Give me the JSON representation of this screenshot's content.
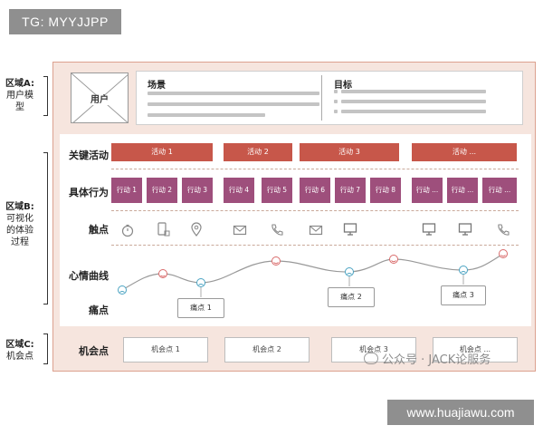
{
  "badges": {
    "tg": "TG: MYYJJPP",
    "site": "www.huajiawu.com"
  },
  "zones": {
    "a": {
      "title": "区域A:",
      "line1": "用户模",
      "line2": "型"
    },
    "b": {
      "title": "区域B:",
      "line1": "可视化",
      "line2": "的体验",
      "line3": "过程"
    },
    "c": {
      "title": "区域C:",
      "line1": "机会点"
    }
  },
  "persona": {
    "label": "用户"
  },
  "scene": {
    "scene_title": "场景",
    "goal_title": "目标"
  },
  "rows": {
    "activity": "关键活动",
    "behavior": "具体行为",
    "touchpoint": "触点",
    "mood": "心情曲线",
    "pain": "痛点",
    "opportunity": "机会点"
  },
  "activities": [
    "活动 1",
    "活动 2",
    "活动 3",
    "活动 ..."
  ],
  "behaviors": [
    "行动 1",
    "行动 2",
    "行动 3",
    "行动 4",
    "行动 5",
    "行动 6",
    "行动 7",
    "行动 8",
    "行动 ...",
    "行动 ...",
    "行动 ..."
  ],
  "touchpoints": [
    "timer-icon",
    "phone-icon",
    "location-pin-icon",
    "mail-icon",
    "call-icon",
    "mail-icon",
    "monitor-icon",
    "monitor-icon",
    "monitor-icon",
    "call-icon"
  ],
  "pain_points": [
    "痛点 1",
    "痛点 2",
    "痛点 3"
  ],
  "opportunities": [
    "机会点 1",
    "机会点 2",
    "机会点 3",
    "机会点 ..."
  ],
  "watermark": "公众号 · JACK论服务",
  "colors": {
    "activity": "#c7574a",
    "behavior": "#9e4f7c",
    "outer_bg": "#f6e5de",
    "border": "#dca18f",
    "face_happy": "#4aa3c2",
    "face_sad": "#d96a6a"
  }
}
